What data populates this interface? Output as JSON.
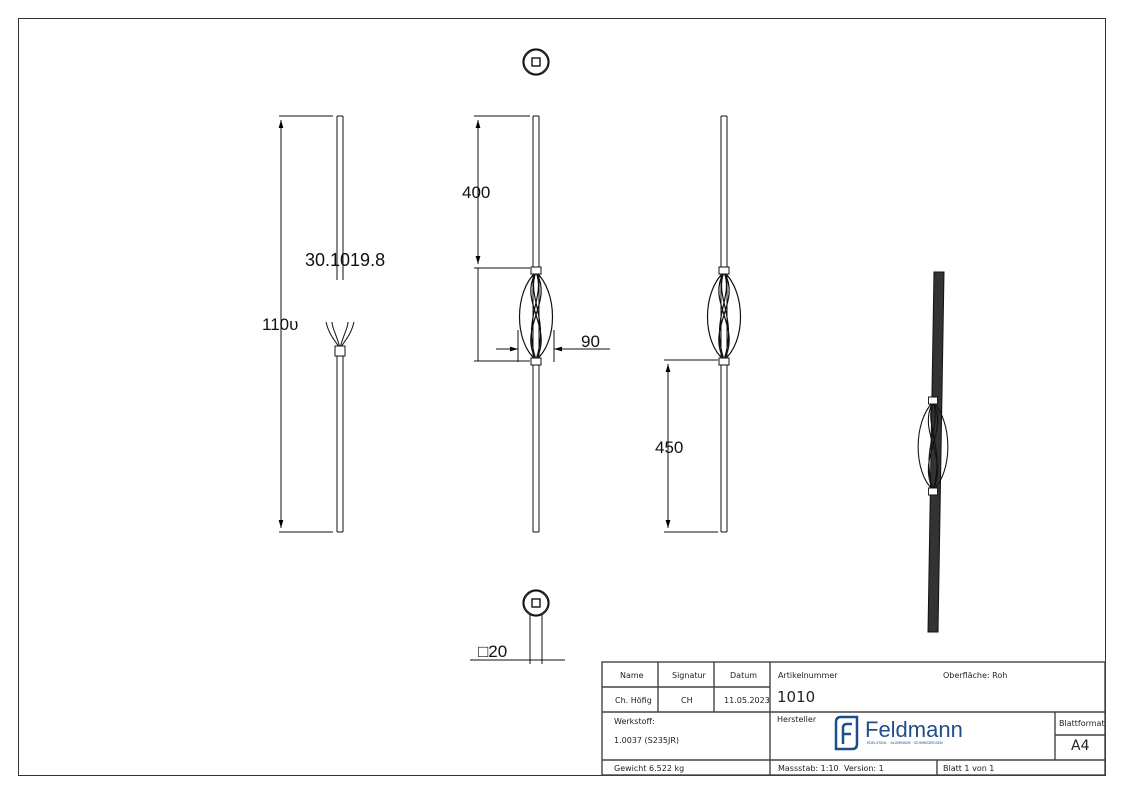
{
  "drawing": {
    "part_label": "30.1019.8",
    "dimensions": {
      "overall_length": "110υ",
      "top_length": "400",
      "basket_width": "90",
      "bottom_length": "450",
      "square_section": "□20"
    }
  },
  "title_block": {
    "name_header": "Name",
    "signature_header": "Signatur",
    "date_header": "Datum",
    "name": "Ch. Höfig",
    "signature": "CH",
    "date": "11.05.2023",
    "article_label": "Artikelnummer",
    "article_number": "1010",
    "surface": "Oberfläche:  Roh",
    "material_label": "Werkstoff:",
    "material": "1.0037 (S235JR)",
    "manufacturer_label": "Hersteller",
    "logo_text": "Feldmann",
    "logo_tagline": "EDELSTAHL · ALUMINIUM · SCHMIEDEEISEN",
    "brand_color": "#1f4e8c",
    "sheet_format_label": "Blattformat",
    "sheet_format": "A4",
    "weight": "Gewicht 6.522 kg",
    "scale": "Massstab: 1:10",
    "version": "Version: 1",
    "sheet": "Blatt 1 von 1"
  }
}
